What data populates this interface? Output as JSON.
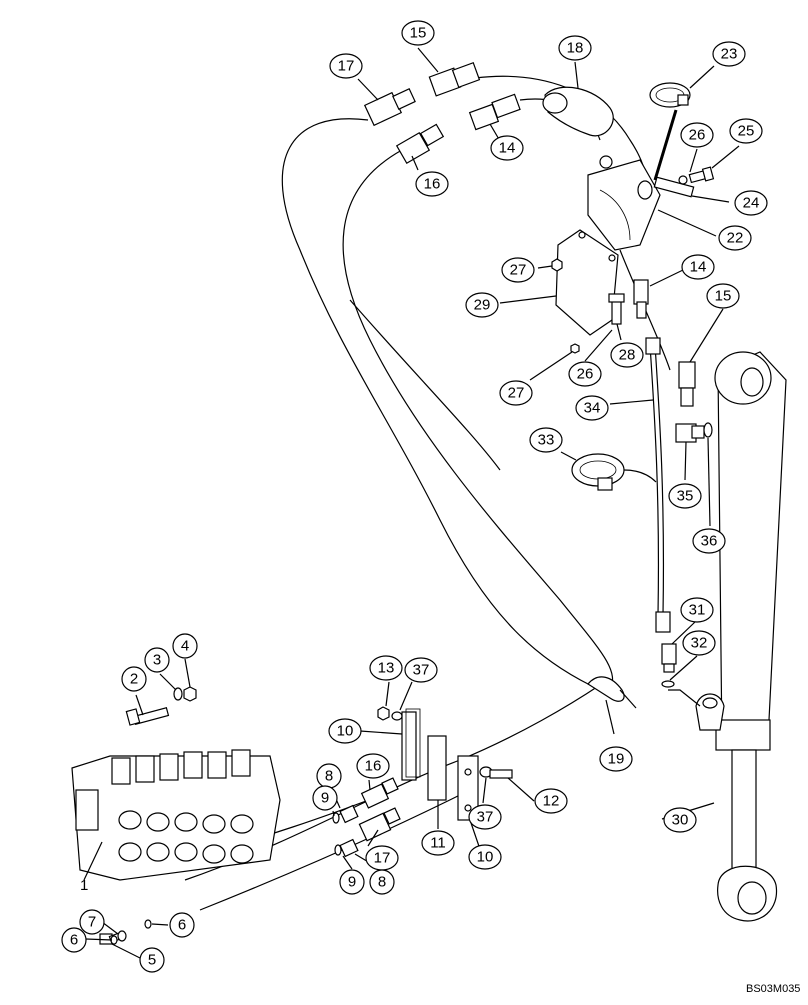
{
  "drawing": {
    "code": "BS03M035",
    "plain_label": "1"
  },
  "callouts": {
    "c15a": "15",
    "c17a": "17",
    "c18": "18",
    "c23": "23",
    "c26a": "26",
    "c25": "25",
    "c14a": "14",
    "c16a": "16",
    "c24": "24",
    "c22": "22",
    "c27a": "27",
    "c14b": "14",
    "c29": "29",
    "c15b": "15",
    "c28": "28",
    "c26b": "26",
    "c27b": "27",
    "c34": "34",
    "c33": "33",
    "c35": "35",
    "c36": "36",
    "c31": "31",
    "c32": "32",
    "c2": "2",
    "c3": "3",
    "c4": "4",
    "c13": "13",
    "c37a": "37",
    "c10a": "10",
    "c8a": "8",
    "c9a": "9",
    "c16b": "16",
    "c19": "19",
    "c12": "12",
    "c37b": "37",
    "c30": "30",
    "c11": "11",
    "c10b": "10",
    "c17b": "17",
    "c9b": "9",
    "c8b": "8",
    "c7": "7",
    "c6a": "6",
    "c6b": "6",
    "c5": "5"
  }
}
